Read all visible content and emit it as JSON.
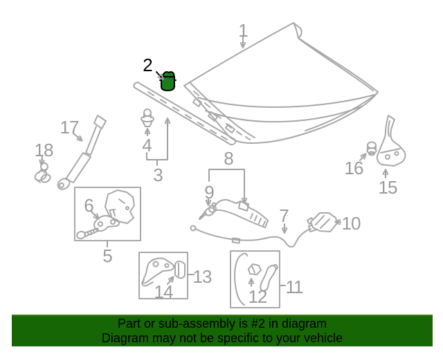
{
  "diagram": {
    "part_labels": {
      "p1": "1",
      "p2": "2",
      "p3": "3",
      "p4": "4",
      "p5": "5",
      "p6": "6",
      "p7": "7",
      "p8": "8",
      "p9": "9",
      "p10": "10",
      "p11": "11",
      "p12": "12",
      "p13": "13",
      "p14": "14",
      "p15": "15",
      "p16": "16",
      "p17": "17",
      "p18": "18"
    },
    "highlighted_part": "2",
    "colors": {
      "line": "#a8a8a8",
      "label": "#9b9b9b",
      "highlight_fill": "#1e7b1e",
      "highlight_outline": "#000000",
      "banner_background": "#176606"
    }
  },
  "banner": {
    "line1": "Part or sub-assembly is #2 in diagram",
    "line2": "Diagram may not be specific to your vehicle"
  }
}
